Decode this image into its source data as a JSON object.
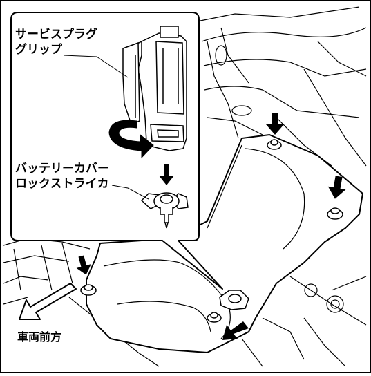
{
  "labels": {
    "service_plug_grip_line1": "サービスプラグ",
    "service_plug_grip_line2": "グリップ",
    "battery_cover_line1": "バッテリーカバー",
    "battery_cover_line2": "ロックストライカ",
    "vehicle_front": "車両前方"
  },
  "colors": {
    "line": "#000000",
    "fill": "#ffffff"
  },
  "icons": [
    "down-arrow-icon",
    "diagonal-arrow-icon",
    "rotation-arrow-icon",
    "vehicle-front-arrow-icon"
  ]
}
